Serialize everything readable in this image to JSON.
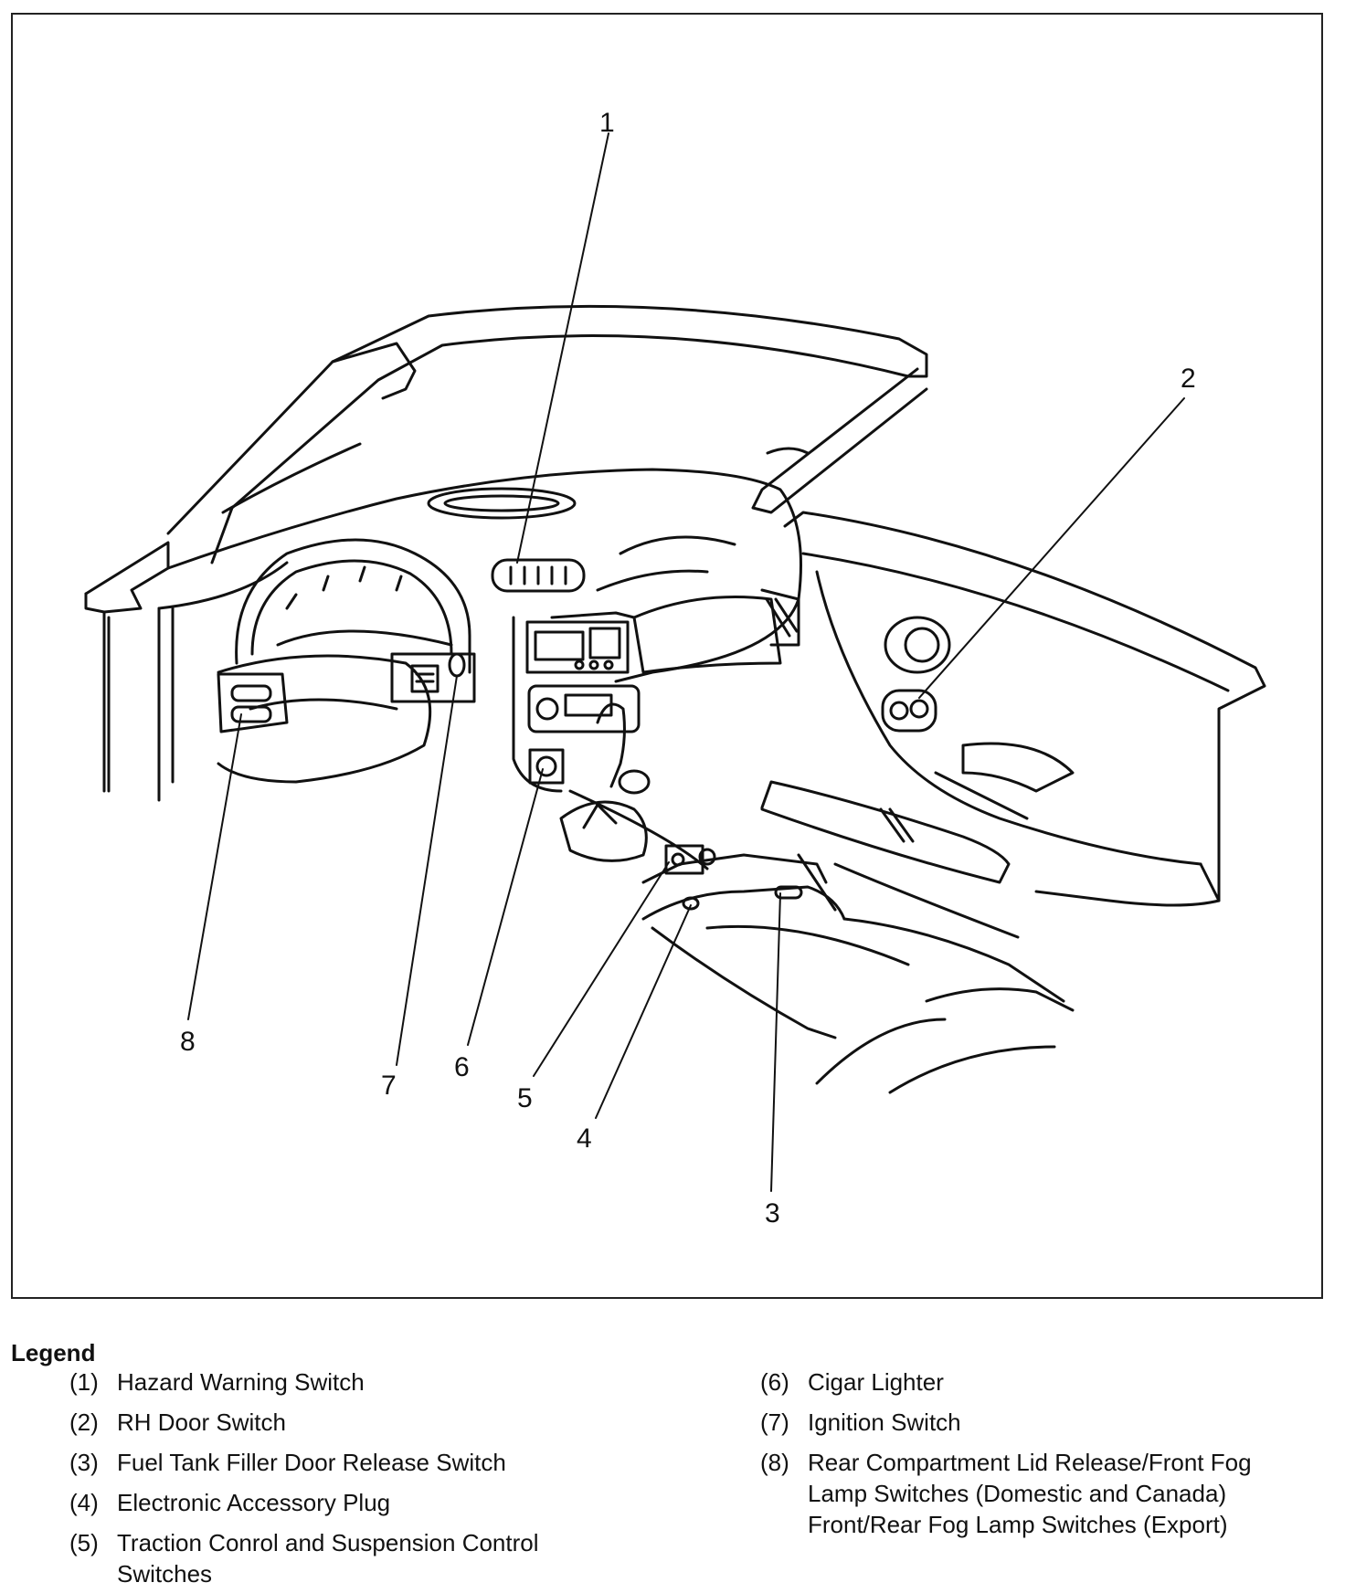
{
  "callouts": [
    "1",
    "2",
    "3",
    "4",
    "5",
    "6",
    "7",
    "8"
  ],
  "legend": {
    "title": "Legend",
    "items": [
      {
        "num": "(1)",
        "text": "Hazard Warning Switch"
      },
      {
        "num": "(2)",
        "text": "RH Door Switch"
      },
      {
        "num": "(3)",
        "text": "Fuel Tank Filler Door Release Switch"
      },
      {
        "num": "(4)",
        "text": "Electronic Accessory Plug"
      },
      {
        "num": "(5)",
        "text": "Traction Conrol and Suspension Control\nSwitches"
      },
      {
        "num": "(6)",
        "text": "Cigar Lighter"
      },
      {
        "num": "(7)",
        "text": "Ignition Switch"
      },
      {
        "num": "(8)",
        "text": "Rear Compartment Lid Release/Front Fog\nLamp Switches (Domestic and Canada)\nFront/Rear Fog Lamp Switches (Export)"
      }
    ]
  }
}
